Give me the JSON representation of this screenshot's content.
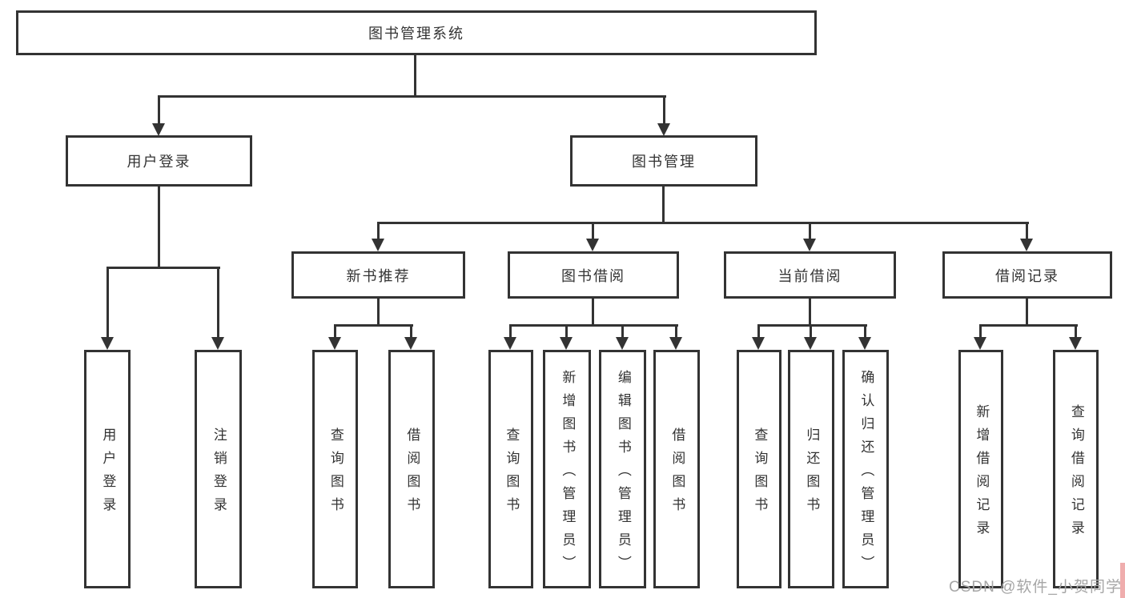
{
  "diagram": {
    "root": {
      "label": "图书管理系统"
    },
    "level1": {
      "user_login": {
        "label": "用户登录"
      },
      "book_mgmt": {
        "label": "图书管理"
      }
    },
    "level2": {
      "new_books": {
        "label": "新书推荐"
      },
      "borrowing": {
        "label": "图书借阅"
      },
      "current": {
        "label": "当前借阅"
      },
      "records": {
        "label": "借阅记录"
      }
    },
    "leaves": {
      "login": {
        "label": "用户登录"
      },
      "logout": {
        "label": "注销登录"
      },
      "nb_query": {
        "label": "查询图书"
      },
      "nb_borrow": {
        "label": "借阅图书"
      },
      "bw_query": {
        "label": "查询图书"
      },
      "bw_add": {
        "label": "新增图书（管理员）"
      },
      "bw_edit": {
        "label": "编辑图书（管理员）"
      },
      "bw_borrow": {
        "label": "借阅图书"
      },
      "cu_query": {
        "label": "查询图书"
      },
      "cu_return": {
        "label": "归还图书"
      },
      "cu_confirm": {
        "label": "确认归还（管理员）"
      },
      "rc_add": {
        "label": "新增借阅记录"
      },
      "rc_query": {
        "label": "查询借阅记录"
      }
    }
  },
  "watermark": {
    "text": "CSDN @软件_小贺同学"
  },
  "colors": {
    "line": "#333333",
    "box_border": "#333333",
    "text": "#333333",
    "watermark": "#a6a6a6",
    "edge_strip": "#efadad",
    "background": "#ffffff"
  }
}
